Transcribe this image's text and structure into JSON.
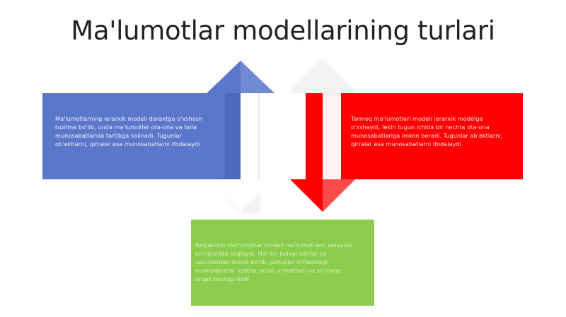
{
  "slide": {
    "title": "Ma'lumotlar modellarining turlari",
    "colors": {
      "blue": "#5b77c9",
      "red": "#ff0000",
      "green": "#8ccc4e"
    },
    "boxes": {
      "hierarchical": {
        "text": "Ma'lumotlarning ierarxik modeli daraxtga o'xshash tuzilma bo'lib, unda ma'lumotlar ota-ona va bola munosabatlarida tartibga solinadi. Tugunlar ob'ektlarni, qirralar esa munosabatlarni ifodalaydi"
      },
      "network": {
        "text": "Tarmoq ma'lumotlari modeli ierarxik modelga o'xshaydi, lekin tugun ichida bir nechta ota-ona munosabatlariga imkon beradi. Tugunlar ob'ektlarni, qirralar esa munosabatlarni ifodalaydi"
      },
      "relational": {
        "text": "Relyatsion ma'lumotlar modeli ma'lumotlarni jadvallar ko'rinishida saqlaydi. Har bir jadval satrlar va ustunlardan iborat bo'lib, jadvallar o'rtasidagi munosabatlar kalitlar orqali o'rnatiladi va so'rovlar orqali boshqariladi"
      }
    },
    "arrows": [
      {
        "name": "up-arrow",
        "direction": "up",
        "color": "#5b77c9"
      },
      {
        "name": "down-arrow",
        "direction": "down",
        "color": "#ff0000"
      }
    ]
  }
}
